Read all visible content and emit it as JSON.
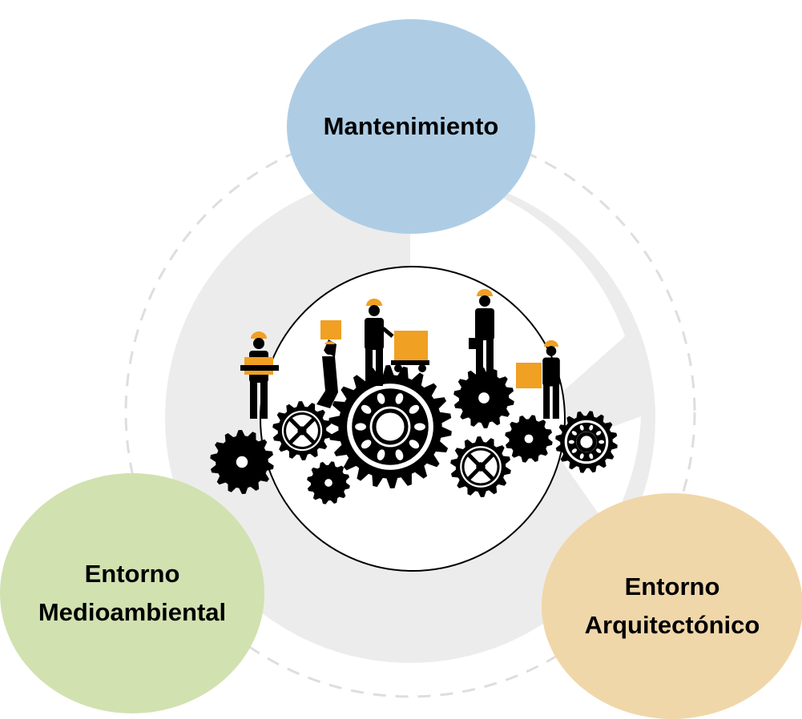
{
  "nodes": {
    "mantenimiento": {
      "label": "Mantenimiento",
      "color": "#aecde5"
    },
    "medioambiental": {
      "label_line1": "Entorno",
      "label_line2": "Medioambiental",
      "color": "#d1e1b0"
    },
    "arquitectonico": {
      "label_line1": "Entorno",
      "label_line2": "Arquitectónico",
      "color": "#f0d7a9"
    }
  },
  "center": {
    "icon": "workers-on-gears-illustration",
    "ring_color": "#ececec",
    "dashed_ring_color": "#dedede",
    "gear_color": "#000000",
    "accent_color": "#f0a023"
  }
}
